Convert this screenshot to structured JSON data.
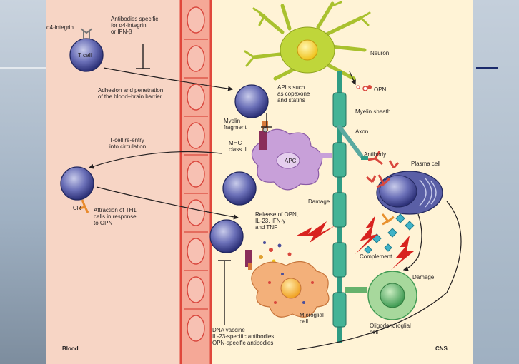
{
  "labels": {
    "a4_integrin": "α4-integrin",
    "t_cell": "T cell",
    "antibodies": "Antibodies specific\nfor α4-integrin\nor IFN-β",
    "adhesion": "Adhesion and penetration\nof the blood–brain barrier",
    "apls": "APLs such\nas copaxone\nand statins",
    "neuron": "Neuron",
    "opn": "OPN",
    "myelin_sheath": "Myelin sheath",
    "axon": "Axon",
    "myelin_fragment": "Myelin\nfragment",
    "mhc": "MHC\nclass II",
    "apc": "APC",
    "reentry": "T-cell re-entry\ninto circulation",
    "antibody": "Antibody",
    "plasma_cell": "Plasma cell",
    "tcr": "TCR",
    "attraction": "Attraction of TH1\ncells in response\nto OPN",
    "damage1": "Damage",
    "release": "Release of OPN,\nIL-23, IFN-γ\nand TNF",
    "complement": "Complement",
    "damage2": "Damage",
    "microglial": "Microglial\ncell",
    "oligo": "Oligodendroglial\ncell",
    "dna": "DNA vaccine\nIL-23-specific antibodies\nOPN-specific antibodies",
    "blood": "Blood",
    "cns": "CNS"
  },
  "colors": {
    "blood_bg": "#f7d5c5",
    "cns_bg": "#fff3d6",
    "vessel": "#e0473b",
    "tcell": "#4b4f9b",
    "neuron": "#bfd63a",
    "myelin": "#2f9c84",
    "apc": "#c8a0d9",
    "microglia": "#f3b07a",
    "oligo": "#67b26d",
    "damage": "#d8231f",
    "complement": "#3fb3c8"
  }
}
